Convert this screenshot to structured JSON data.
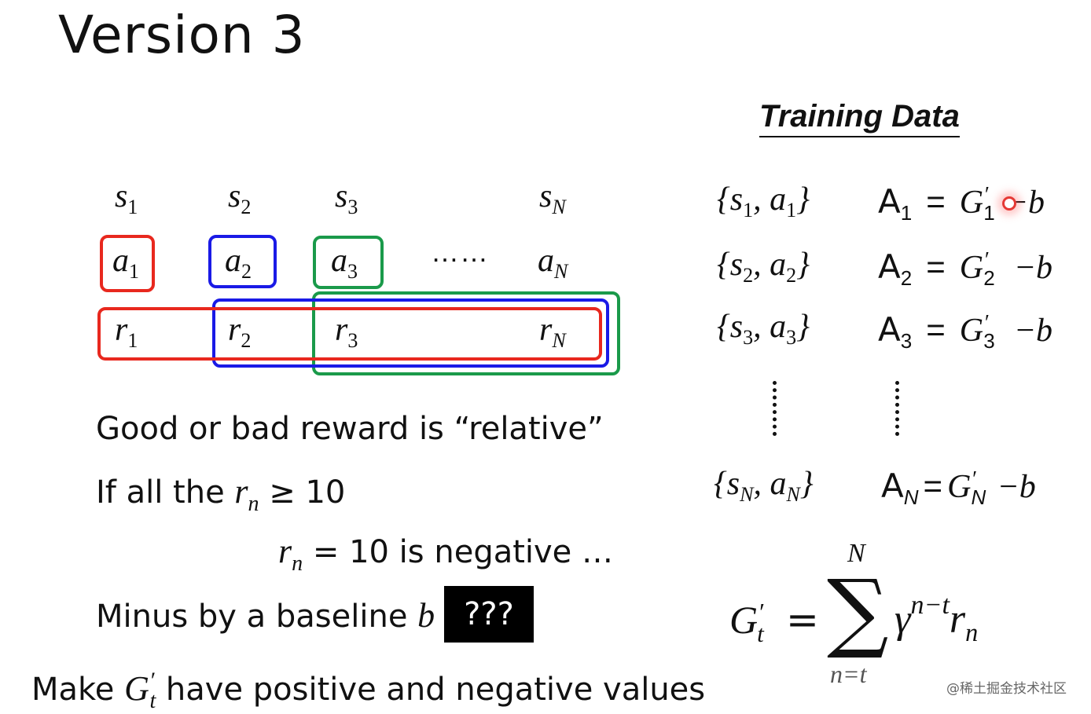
{
  "title": "Version 3",
  "sequence": {
    "states": [
      "s",
      "s",
      "s",
      "s"
    ],
    "state_subs": [
      "1",
      "2",
      "3",
      "N"
    ],
    "actions": [
      "a",
      "a",
      "a",
      "a"
    ],
    "action_subs": [
      "1",
      "2",
      "3",
      "N"
    ],
    "rewards": [
      "r",
      "r",
      "r",
      "r"
    ],
    "reward_subs": [
      "1",
      "2",
      "3",
      "N"
    ],
    "ellipsis": "……",
    "colors": {
      "red": "#e8281e",
      "blue": "#1a1ae6",
      "green": "#1a9a4a"
    }
  },
  "notes": {
    "line1": "Good or bad reward is “relative”",
    "line2_prefix": "If all the ",
    "line2_var": "r",
    "line2_sub": "n",
    "line2_suffix": " ≥ 10",
    "line3_var": "r",
    "line3_sub": "n",
    "line3_suffix": " = 10 is negative …",
    "line4_prefix": "Minus by a baseline ",
    "line4_var": "b",
    "badge": "???",
    "line5_prefix": "Make ",
    "line5_var": "G",
    "line5_prime": "′",
    "line5_sub": "t",
    "line5_suffix": " have positive and negative values"
  },
  "training_data": {
    "title": "Training Data",
    "rows": [
      {
        "set": "{s1, a1}",
        "set_s": "s",
        "set_a": "a",
        "sub": "1",
        "A": "A",
        "eq": "=",
        "G": "G",
        "prime": "′",
        "minus_b": "−b"
      },
      {
        "set": "{s2, a2}",
        "set_s": "s",
        "set_a": "a",
        "sub": "2",
        "A": "A",
        "eq": "=",
        "G": "G",
        "prime": "′",
        "minus_b": "−b"
      },
      {
        "set": "{s3, a3}",
        "set_s": "s",
        "set_a": "a",
        "sub": "3",
        "A": "A",
        "eq": "=",
        "G": "G",
        "prime": "′",
        "minus_b": "−b"
      },
      {
        "set": "{sN, aN}",
        "set_s": "s",
        "set_a": "a",
        "sub": "N",
        "A": "A",
        "eq": "=",
        "G": "G",
        "prime": "′",
        "minus_b": "−b"
      }
    ]
  },
  "formula": {
    "lhs_var": "G",
    "lhs_prime": "′",
    "lhs_sub": "t",
    "eq": "=",
    "sum_symbol": "∑",
    "upper": "N",
    "lower": "n=t",
    "gamma": "γ",
    "exponent": "n−t",
    "r": "r",
    "r_sub": "n"
  },
  "watermark": "@稀土掘金技术社区"
}
